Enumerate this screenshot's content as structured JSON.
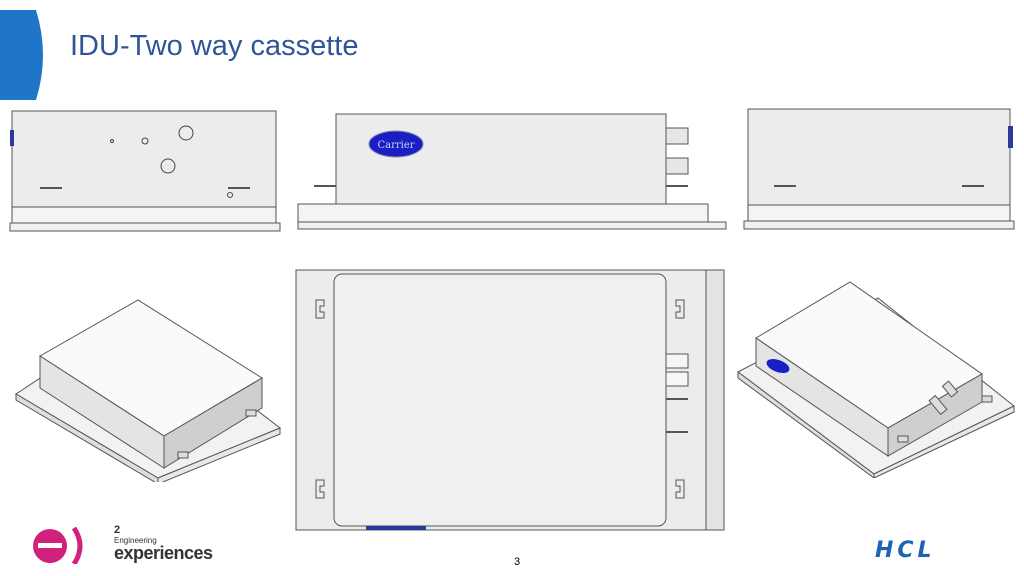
{
  "slide": {
    "title": "IDU-Two way cassette",
    "page_number": "3"
  },
  "images": {
    "front_view": "front-view",
    "side_view": "side-view",
    "back_view": "back-view",
    "iso_left": "iso-left-view",
    "top_view": "top-view",
    "iso_right": "iso-right-view",
    "badge_text": "Carrier"
  },
  "logos": {
    "e2_small": "2",
    "e2_line": "Engineering",
    "e2_main": "experiences",
    "hcl": "HCL"
  },
  "colors": {
    "title": "#2f5597",
    "accent": "#1f76c8",
    "hcl": "#1f63b5",
    "e2_magenta": "#d0217d",
    "badge": "#1a1fc4"
  }
}
